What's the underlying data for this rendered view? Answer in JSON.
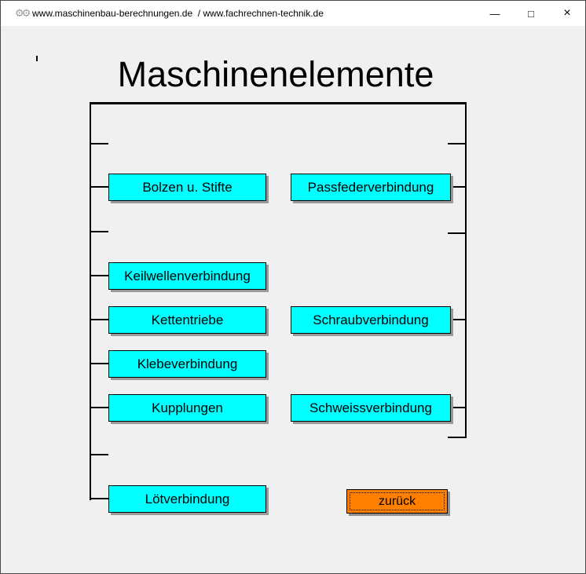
{
  "window": {
    "title": "www.maschinenbau-berechnungen.de  / www.fachrechnen-technik.de",
    "app_icon": "gears-icon",
    "controls": {
      "minimize_glyph": "—",
      "maximize_glyph": "□",
      "close_glyph": "×"
    }
  },
  "page": {
    "heading": "Maschinenelemente"
  },
  "buttons": {
    "left": [
      {
        "label": "Bolzen u. Stifte"
      },
      {
        "label": "Keilwellenverbindung"
      },
      {
        "label": "Kettentriebe"
      },
      {
        "label": "Klebeverbindung"
      },
      {
        "label": "Kupplungen"
      },
      {
        "label": "Lötverbindung"
      }
    ],
    "right": [
      {
        "label": "Passfederverbindung"
      },
      {
        "label": "Schraubverbindung"
      },
      {
        "label": "Schweissverbindung"
      }
    ],
    "back": {
      "label": "zurück"
    }
  },
  "colors": {
    "menu_button_bg": "#00FFFF",
    "back_button_bg": "#FF8000",
    "window_bg": "#F0F0F0",
    "titlebar_bg": "#FFFFFF",
    "connector_line": "#000000"
  }
}
